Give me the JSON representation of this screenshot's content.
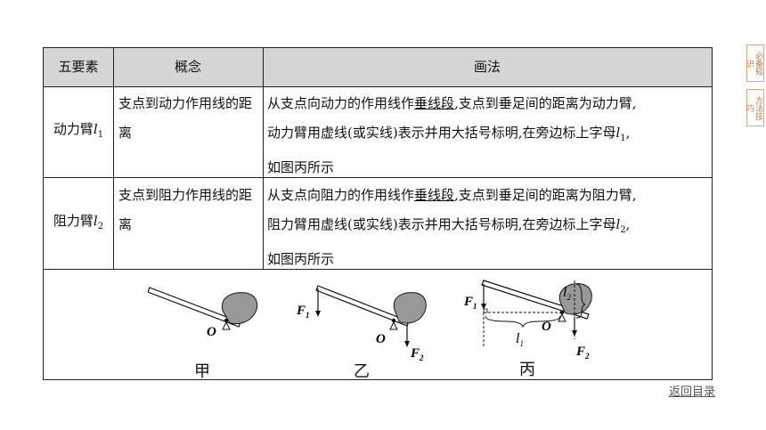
{
  "side_tabs": [
    "必备知识",
    "方法技巧"
  ],
  "table": {
    "headers": [
      "五要素",
      "概念",
      "画法"
    ],
    "rows": [
      {
        "name_prefix": "动力臂",
        "name_var": "l",
        "name_sub": "1",
        "concept": "支点到动力作用线的距离",
        "method_a": "从支点向动力的作用线作",
        "method_under": "垂线段",
        "method_b": ",支点到垂足间的距离为动力臂,",
        "method_c": "动力臂用虚线(或实线)表示并用大括号标明,在旁边标上字母",
        "method_var": "l",
        "method_sub": "1",
        "method_d": ",",
        "method_e": "如图丙所示"
      },
      {
        "name_prefix": "阻力臂",
        "name_var": "l",
        "name_sub": "2",
        "concept": "支点到阻力作用线的距离",
        "method_a": "从支点向阻力的作用线作",
        "method_under": "垂线段",
        "method_b": ",支点到垂足间的距离为阻力臂,",
        "method_c": "阻力臂用虚线(或实线)表示并用大括号标明,在旁边标上字母",
        "method_var": "l",
        "method_sub": "2",
        "method_d": ",",
        "method_e": "如图丙所示"
      }
    ]
  },
  "figures": [
    {
      "caption": "甲",
      "labels": {
        "o": "O"
      }
    },
    {
      "caption": "乙",
      "labels": {
        "f1": "F",
        "f1_sub": "1",
        "o": "O",
        "f2": "F",
        "f2_sub": "2"
      }
    },
    {
      "caption": "丙",
      "labels": {
        "f1": "F",
        "f1_sub": "1",
        "l1": "l",
        "l1_sub": "1",
        "l2": "l",
        "l2_sub": "2",
        "o": "O",
        "f2": "F",
        "f2_sub": "2"
      }
    }
  ],
  "back_link": "返回目录"
}
